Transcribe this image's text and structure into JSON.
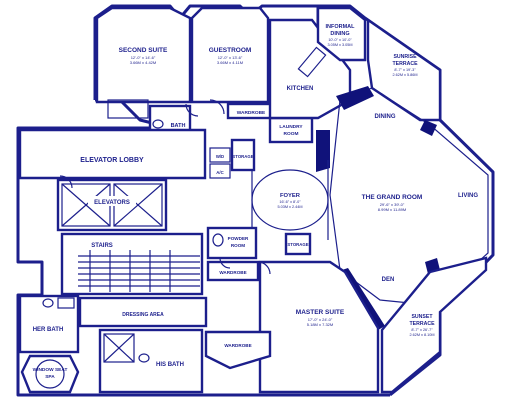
{
  "rooms": {
    "second_suite": {
      "name": "SECOND SUITE",
      "dims": "12'-0\" x 14'-6\"",
      "metric": "3.66M x 4.42M"
    },
    "guestroom": {
      "name": "GUESTROOM",
      "dims": "12'-0\" x 13'-6\"",
      "metric": "3.66M x 4.11M"
    },
    "informal_dining": {
      "name": "INFORMAL DINING",
      "dims": "10'-0\" x 10'-0\"",
      "metric": "3.05M x 3.05M"
    },
    "sunrise_terrace": {
      "name": "SUNRISE TERRACE",
      "dims": "8'-7\" x 19'-3\"",
      "metric": "2.62M x 5.86M"
    },
    "kitchen": {
      "name": "KITCHEN"
    },
    "bath": {
      "name": "BATH"
    },
    "wardrobe_upper": {
      "name": "WARDROBE"
    },
    "laundry_room": {
      "name": "LAUNDRY ROOM"
    },
    "dining": {
      "name": "DINING"
    },
    "elevator_lobby": {
      "name": "ELEVATOR LOBBY"
    },
    "storage_upper": {
      "name": "STORAGE"
    },
    "foyer": {
      "name": "FOYER",
      "dims": "16'-6\" x 8'-0\"",
      "metric": "5.03M x 2.44M"
    },
    "grand_room": {
      "name": "THE GRAND ROOM",
      "dims": "29'-6\" x 39'-0\"",
      "metric": "8.99M x 11.89M"
    },
    "living": {
      "name": "LIVING"
    },
    "elevators": {
      "name": "ELEVATORS"
    },
    "stairs": {
      "name": "STAIRS"
    },
    "powder_room": {
      "name": "POWDER ROOM"
    },
    "storage_lower": {
      "name": "STORAGE"
    },
    "den": {
      "name": "DEN"
    },
    "wardrobe_mid": {
      "name": "WARDROBE"
    },
    "dressing_area": {
      "name": "DRESSING AREA"
    },
    "master_suite": {
      "name": "MASTER SUITE",
      "dims": "17'-0\" x 24'-0\"",
      "metric": "5.18M x 7.32M"
    },
    "sunset_terrace": {
      "name": "SUNSET TERRACE",
      "dims": "8'-7\" x 26'-7\"",
      "metric": "2.62M x 8.10M"
    },
    "her_bath": {
      "name": "HER BATH"
    },
    "his_bath": {
      "name": "HIS BATH"
    },
    "wardrobe_lower": {
      "name": "WARDROBE"
    },
    "window_seat": {
      "name": "WINDOW SEAT"
    },
    "spa": {
      "name": "SPA"
    },
    "w_d": {
      "name": "W/D"
    },
    "a_c": {
      "name": "A/C"
    }
  },
  "colors": {
    "ink": "#1c1f8c",
    "dark_fill": "#10127a",
    "paper": "#ffffff"
  }
}
